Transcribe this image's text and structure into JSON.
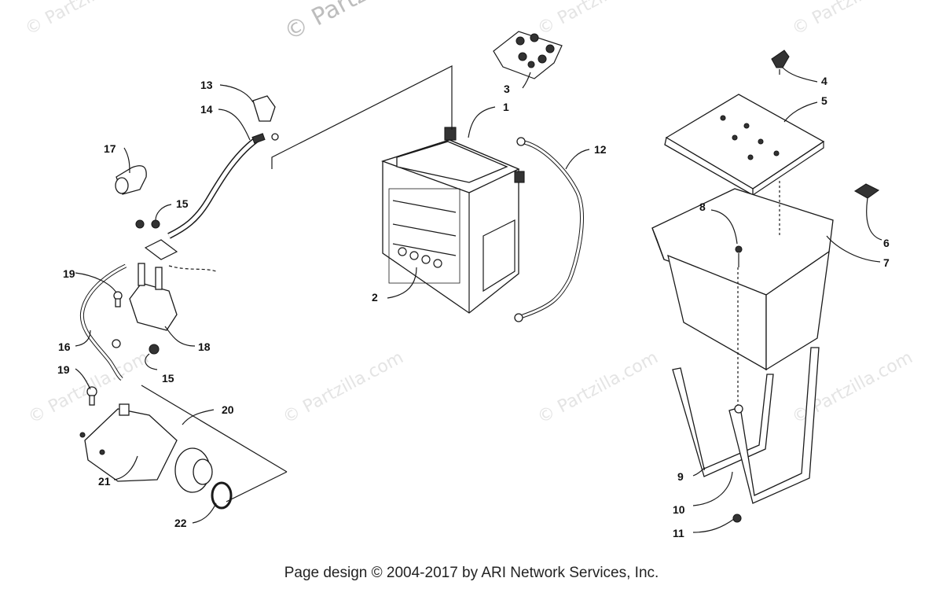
{
  "watermarks": {
    "top": "© Partzilla.com",
    "brand": "© Partzilla.com"
  },
  "callouts": [
    {
      "num": "1"
    },
    {
      "num": "2"
    },
    {
      "num": "3"
    },
    {
      "num": "4"
    },
    {
      "num": "5"
    },
    {
      "num": "6"
    },
    {
      "num": "7"
    },
    {
      "num": "8"
    },
    {
      "num": "9"
    },
    {
      "num": "10"
    },
    {
      "num": "11"
    },
    {
      "num": "12"
    },
    {
      "num": "13"
    },
    {
      "num": "14"
    },
    {
      "num": "15"
    },
    {
      "num": "15"
    },
    {
      "num": "16"
    },
    {
      "num": "17"
    },
    {
      "num": "18"
    },
    {
      "num": "19"
    },
    {
      "num": "19"
    },
    {
      "num": "20"
    },
    {
      "num": "21"
    },
    {
      "num": "22"
    }
  ],
  "footer": {
    "text": "Page design © 2004-2017 by ARI Network Services, Inc."
  }
}
